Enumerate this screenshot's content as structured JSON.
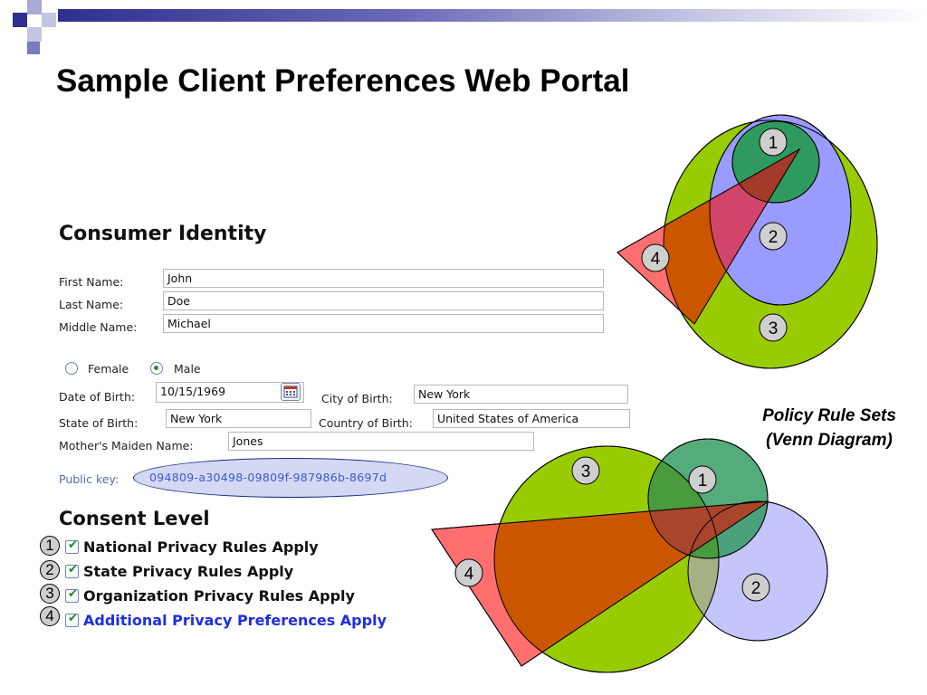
{
  "slide": {
    "title": "Sample Client Preferences Web Portal",
    "colors": {
      "header_dark": "#2f2f8f",
      "header_light": "#a9a9d8",
      "set1": "#2e9a5e",
      "set2": "#9a9bff",
      "set3": "#99cc00",
      "set4": "#ff6f6f",
      "overlap": "#cc5500"
    }
  },
  "form": {
    "consumer_heading": "Consumer Identity",
    "first_name": {
      "label": "First Name:",
      "value": "John"
    },
    "last_name": {
      "label": "Last Name:",
      "value": "Doe"
    },
    "middle_name": {
      "label": "Middle Name:",
      "value": "Michael"
    },
    "gender": {
      "female": "Female",
      "male": "Male",
      "selected": "Male"
    },
    "dob": {
      "label": "Date of Birth:",
      "value": "10/15/1969"
    },
    "city_of_birth": {
      "label": "City of Birth:",
      "value": "New York"
    },
    "state_of_birth": {
      "label": "State of Birth:",
      "value": "New York"
    },
    "country_of_birth": {
      "label": "Country of Birth:",
      "value": "United States of America"
    },
    "mothers_maiden": {
      "label": "Mother's Maiden Name:",
      "value": "Jones"
    },
    "public_key": {
      "label": "Public key:",
      "value": "094809-a30498-09809f-987986b-8697d"
    }
  },
  "consent": {
    "heading": "Consent Level",
    "items": [
      {
        "number": "1",
        "label": "National Privacy Rules Apply",
        "checked": true
      },
      {
        "number": "2",
        "label": "State Privacy Rules Apply",
        "checked": true
      },
      {
        "number": "3",
        "label": "Organization Privacy Rules Apply",
        "checked": true
      },
      {
        "number": "4",
        "label": "Additional Privacy Preferences Apply",
        "checked": true
      }
    ]
  },
  "venn": {
    "caption_line1": "Policy Rule Sets",
    "caption_line2": "(Venn Diagram)",
    "top": {
      "labels": [
        "1",
        "2",
        "3",
        "4"
      ]
    },
    "bottom": {
      "labels": [
        "1",
        "2",
        "3",
        "4"
      ]
    }
  }
}
